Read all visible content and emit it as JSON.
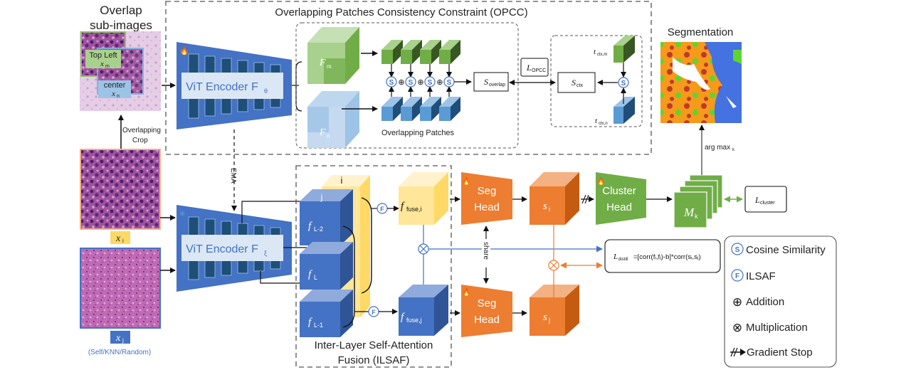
{
  "left": {
    "overlap_title_line1": "Overlap",
    "overlap_title_line2": "sub-images",
    "top_left_label": "Top Left",
    "top_left_var": "x",
    "top_left_sub": "m",
    "center_label": "center",
    "center_var": "x",
    "center_sub": "n",
    "crop_label_line1": "Overlapping",
    "crop_label_line2": "Crop",
    "xi_var": "x",
    "xi_sub": "i",
    "xj_var": "x",
    "xj_sub": "j",
    "xj_note": "(Self/KNN/Random)"
  },
  "opcc": {
    "title": "Overlapping Patches Consistency Constraint (OPCC)",
    "encoder_label": "ViT Encoder F",
    "encoder_sub": "θ",
    "fm_label": "F",
    "fm_sub": "m",
    "fn_label": "F",
    "fn_sub": "n",
    "patches_label": "Overlapping Patches",
    "s_overlap": "S",
    "s_overlap_sub": "overlap",
    "l_opcc": "L",
    "l_opcc_sub": "OPCC",
    "s_ctx": "S",
    "s_ctx_sub": "ctx",
    "t_ctx_m": "t",
    "t_ctx_m_sub": "ctx,m",
    "t_ctx_n": "t",
    "t_ctx_n_sub": "ctx,n",
    "cosine_symbol": "S",
    "add_symbol": "⊕"
  },
  "ema_label": "EMA",
  "student": {
    "encoder_label": "ViT Encoder F",
    "encoder_sub": "ξ"
  },
  "ilsaf": {
    "title_line1": "Inter-Layer Self-Attention",
    "title_line2": "Fusion (ILSAF)",
    "i_label": "i",
    "j_label": "j",
    "f_l2": "f",
    "f_l2_sub": "L-2",
    "f_l": "f",
    "f_l_sub": "L",
    "f_l1": "f",
    "f_l1_sub": "L-1",
    "fuse_i": "f",
    "fuse_i_sub": "fuse,i",
    "fuse_j": "f",
    "fuse_j_sub": "fuse,j",
    "f_symbol": "F"
  },
  "heads": {
    "seg_head_line1": "Seg",
    "seg_head_line2": "Head",
    "share_label": "share",
    "si": "s",
    "si_sub": "i",
    "sj": "s",
    "sj_sub": "j",
    "cluster_line1": "Cluster",
    "cluster_line2": "Head",
    "mk": "M",
    "mk_sub": "k",
    "l_cluster": "L",
    "l_cluster_sub": "cluster",
    "argmax": "arg max",
    "argmax_sub": "k",
    "segmentation_title": "Segmentation"
  },
  "distill": {
    "formula_lhs": "L",
    "formula_lhs_sub": "distill",
    "formula_rhs": "=[corr(fᵢ,fⱼ)-b]*corr(sᵢ,sⱼ)"
  },
  "legend": {
    "items": [
      {
        "symbol": "S",
        "label": "Cosine Similarity"
      },
      {
        "symbol": "F",
        "label": "ILSAF"
      },
      {
        "symbol": "⊕",
        "label": "Addition"
      },
      {
        "symbol": "⊗",
        "label": "Multiplication"
      },
      {
        "symbol": "//►",
        "label": "Gradient Stop"
      }
    ]
  },
  "colors": {
    "encoder_blue": "#4472c4",
    "encoder_dark": "#1f4e79",
    "green": "#70ad47",
    "orange": "#ed7d31",
    "yellow": "#ffd966",
    "light_blue": "#9dc3e6",
    "light_green": "#a9d18e"
  }
}
